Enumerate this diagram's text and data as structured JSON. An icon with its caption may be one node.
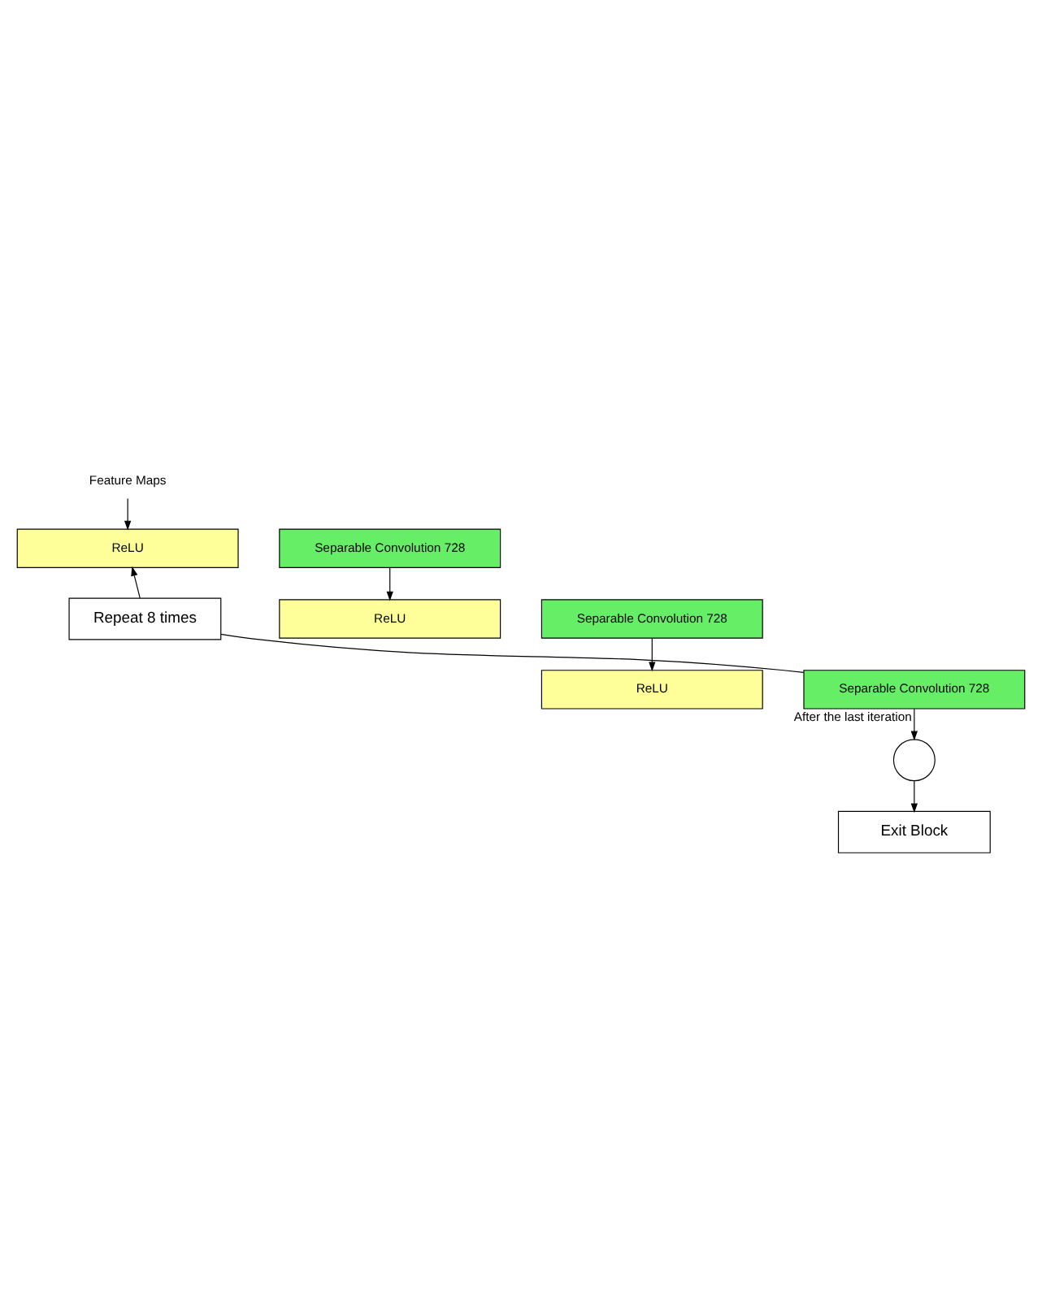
{
  "diagram": {
    "nodes": [
      {
        "text": [
          "Feature Maps"
        ]
      },
      {
        "text": [
          "ReLU"
        ]
      },
      {
        "text": [
          "Separable Convolution 728"
        ]
      },
      {
        "text": [
          "ReLU"
        ]
      },
      {
        "text": [
          "Separable Convolution 728"
        ]
      },
      {
        "text": [
          "ReLU"
        ]
      },
      {
        "text": [
          "Separable Convolution 728"
        ]
      },
      {
        "text": [
          "Repeat 8 times"
        ]
      },
      {
        "text": [],
        "shape": "circle"
      },
      {
        "text": [
          "Exit Block"
        ]
      }
    ],
    "edges": [
      {
        "from": 0,
        "to": 1,
        "arrow": "to"
      },
      {
        "from": 2,
        "to": 3,
        "arrow": "to"
      },
      {
        "from": 4,
        "to": 5,
        "arrow": "to"
      },
      {
        "from": 6,
        "to": 8,
        "arrow": "to",
        "label": "After the last iteration"
      },
      {
        "from": 8,
        "to": 9,
        "arrow": "to"
      },
      {
        "from": 6,
        "to": 7,
        "arrow": "none"
      },
      {
        "from": 7,
        "to": 1,
        "arrow": "to"
      }
    ]
  }
}
